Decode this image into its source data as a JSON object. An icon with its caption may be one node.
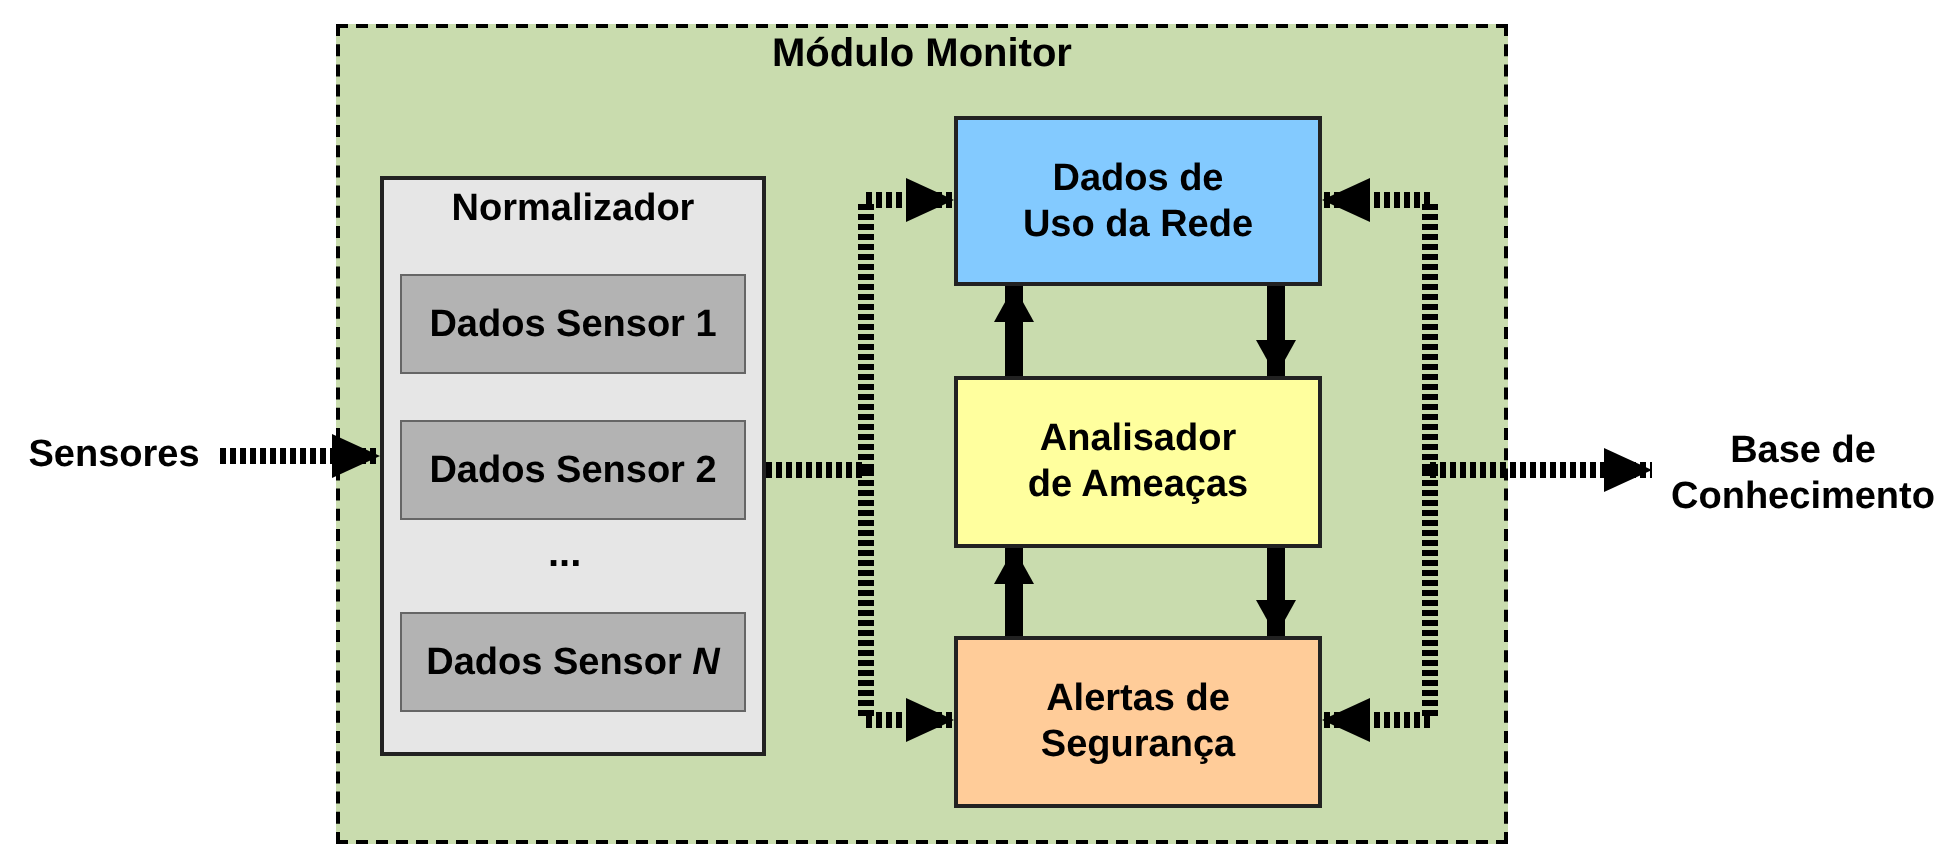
{
  "diagram": {
    "nodes": [
      {
        "text": [
          "Módulo Monitor"
        ]
      },
      {
        "text": [
          "Sensores"
        ]
      },
      {
        "text": [
          "Normalizador"
        ],
        "in": 0
      },
      {
        "text": [
          "Dados Sensor 1"
        ],
        "in": 2
      },
      {
        "text": [
          "Dados Sensor 2"
        ],
        "in": 2
      },
      {
        "text": [
          "Dados Sensor *N*"
        ],
        "in": 2
      },
      {
        "text": [
          "Dados de Uso da Rede"
        ],
        "in": 0
      },
      {
        "text": [
          "Analisador de Ameaças"
        ],
        "in": 0
      },
      {
        "text": [
          "Alertas de Segurança"
        ],
        "in": 0
      },
      {
        "text": [
          "Base de Conhecimento"
        ]
      }
    ],
    "edges": [
      {
        "from": 1,
        "to": 2,
        "arrow": "to",
        "style": "dashed"
      },
      {
        "from": 2,
        "to": 6,
        "arrow": "to",
        "style": "dashed"
      },
      {
        "from": 2,
        "to": 8,
        "arrow": "to",
        "style": "dashed"
      },
      {
        "from": 7,
        "to": 6,
        "arrow": "to"
      },
      {
        "from": 6,
        "to": 7,
        "arrow": "to"
      },
      {
        "from": 8,
        "to": 7,
        "arrow": "to"
      },
      {
        "from": 7,
        "to": 8,
        "arrow": "to"
      },
      {
        "from": null,
        "to": 6,
        "arrow": "to",
        "style": "dashed"
      },
      {
        "from": null,
        "to": 8,
        "arrow": "to",
        "style": "dashed"
      },
      {
        "from": null,
        "to": 9,
        "arrow": "to",
        "style": "dashed"
      }
    ],
    "labels": [
      "..."
    ]
  }
}
